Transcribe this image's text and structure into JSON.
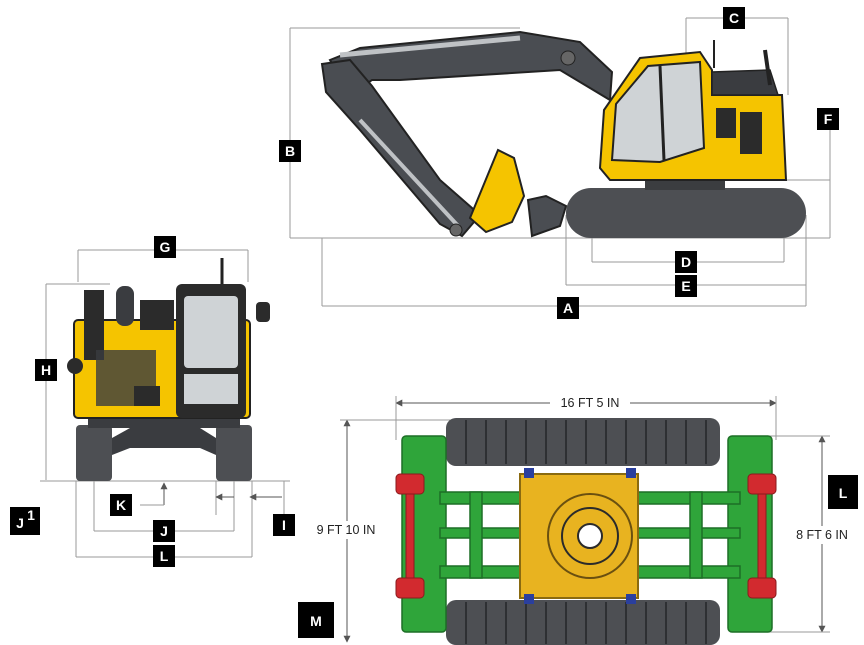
{
  "labels": {
    "a": "A",
    "b": "B",
    "c": "C",
    "d": "D",
    "e": "E",
    "f": "F",
    "g": "G",
    "h": "H",
    "i": "I",
    "j": "J",
    "j1": "J",
    "j1_sup": "1",
    "k": "K",
    "l_front": "L",
    "l_top": "L",
    "m": "M"
  },
  "dimensions": {
    "top_width": "16 FT 5 IN",
    "left_height": "9 FT 10 IN",
    "right_height": "8 FT 6 IN"
  },
  "colors": {
    "machine_yellow": "#f5c400",
    "boom_gray": "#4a4d52",
    "track_gray": "#4d4f53",
    "frame_green": "#2fa53a",
    "roller_red": "#d22a2f",
    "swing_gold": "#e8b320",
    "label_black": "#000000"
  }
}
